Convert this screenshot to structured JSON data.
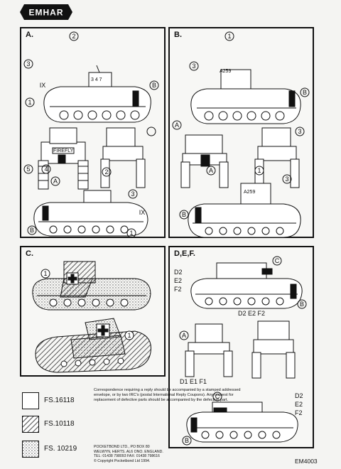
{
  "brand": "EMHAR",
  "panels": {
    "a": {
      "label": "A.",
      "callouts": [
        "2",
        "3",
        "1",
        "B",
        "IX",
        "5",
        "4",
        "A",
        "2",
        "3",
        "B",
        "IX",
        "1"
      ],
      "serials": [
        "3 4 7",
        "FIREFLY"
      ]
    },
    "b": {
      "label": "B.",
      "callouts": [
        "1",
        "3",
        "B",
        "A",
        "3",
        "A",
        "1",
        "3",
        "B"
      ],
      "serials": [
        "A259",
        "A259"
      ]
    },
    "c": {
      "label": "C.",
      "callouts": [
        "1",
        "1"
      ]
    },
    "def": {
      "label": "D,E,F.",
      "callouts": [
        "C",
        "D2",
        "E2",
        "F2",
        "B",
        "D2 E2 F2",
        "A",
        "D1 E1 F1",
        "C",
        "D2",
        "E2",
        "F2",
        "B"
      ]
    }
  },
  "legend": [
    {
      "code": "FS.16118",
      "pattern": "white"
    },
    {
      "code": "FS.10118",
      "pattern": "hatched"
    },
    {
      "code": "FS. 10219",
      "pattern": "stipple"
    }
  ],
  "correspondence_note": "Correspondence requiring a reply should be accompanied by a stamped addressed envelope, or by two IRC's (postal International Reply Coupons). Any request for replacement of defective parts should be accompanied by the defective part.",
  "address_lines": [
    "POCKETBOND LTD., PO BOX 80",
    "WELWYN, HERTS. AL6 ONO. ENGLAND.",
    "TEL: 01438 798093 FAX: 01438 798616",
    "© Copyright Pocketbond Ltd 1994."
  ],
  "product_code": "EM4003",
  "colors": {
    "ink": "#111111",
    "paper": "#f4f4f2",
    "hatch": "#555555"
  }
}
